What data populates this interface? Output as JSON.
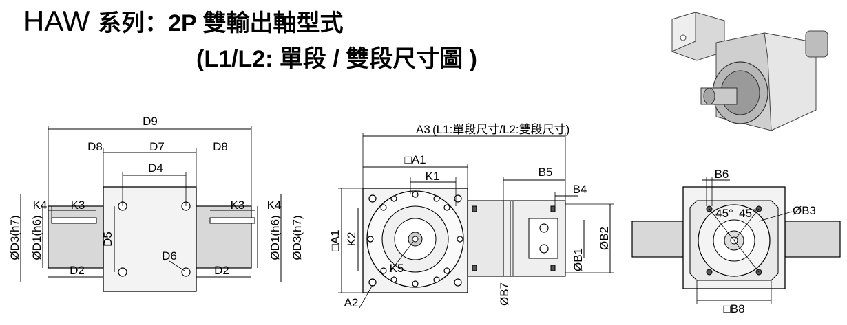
{
  "title": {
    "prefix": "HAW",
    "series": "系列：",
    "main": "2P 雙輸出軸型式",
    "subtitle": "(L1/L2: 單段 / 雙段尺寸圖 )"
  },
  "photo": {
    "icon": "gearbox-photo-icon"
  },
  "side_view": {
    "labels": {
      "d9": "D9",
      "d8_left": "D8",
      "d7": "D7",
      "d8_right": "D8",
      "d4": "D4",
      "k4_left": "K4",
      "k3_left": "K3",
      "k3_right": "K3",
      "k4_right": "K4",
      "d3_left": "ØD3(h7)",
      "d1_left": "ØD1(h6)",
      "d5": "D5",
      "d6": "D6",
      "d1_right": "ØD1(h6)",
      "d3_right": "ØD3(h7)",
      "d2_left": "D2",
      "d2_right": "D2"
    }
  },
  "front_view": {
    "labels": {
      "a3": "A3",
      "a3_note": "(L1:單段尺寸/L2:雙段尺寸)",
      "a1_top": "□A1",
      "k1": "K1",
      "b5": "B5",
      "b4": "B4",
      "a1_left": "□A1",
      "k2": "K2",
      "k5": "K5",
      "a2": "A2",
      "b7": "ØB7",
      "b1": "ØB1",
      "b2": "ØB2"
    }
  },
  "end_view": {
    "labels": {
      "b6": "B6",
      "angle_1": "45°",
      "angle_2": "45°",
      "b3": "ØB3",
      "b8": "□B8"
    }
  }
}
